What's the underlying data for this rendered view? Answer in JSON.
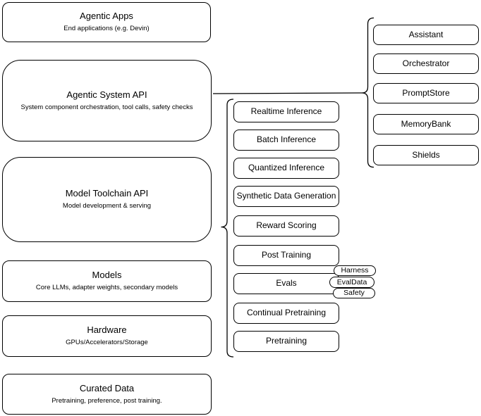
{
  "diagram": {
    "stack": [
      {
        "title": "Agentic Apps",
        "subtitle": "End applications (e.g. Devin)"
      },
      {
        "title": "Agentic System API",
        "subtitle": "System component orchestration, tool calls, safety checks"
      },
      {
        "title": "Model Toolchain API",
        "subtitle": "Model development & serving"
      },
      {
        "title": "Models",
        "subtitle": "Core LLMs, adapter weights, secondary models"
      },
      {
        "title": "Hardware",
        "subtitle": "GPUs/Accelerators/Storage"
      },
      {
        "title": "Curated Data",
        "subtitle": "Pretraining, preference, post training."
      }
    ],
    "toolchain": {
      "items": [
        "Realtime Inference",
        "Batch Inference",
        "Quantized Inference",
        "Synthetic Data Generation",
        "Reward Scoring",
        "Post Training",
        "Evals",
        "Continual Pretraining",
        "Pretraining"
      ]
    },
    "evals_tags": [
      "Harness",
      "EvalData",
      "Safety"
    ],
    "system": {
      "items": [
        "Assistant",
        "Orchestrator",
        "PromptStore",
        "MemoryBank",
        "Shields"
      ]
    },
    "colors": {
      "stroke": "#000000",
      "fill": "#ffffff",
      "text": "#000000",
      "background": "#ffffff"
    }
  }
}
